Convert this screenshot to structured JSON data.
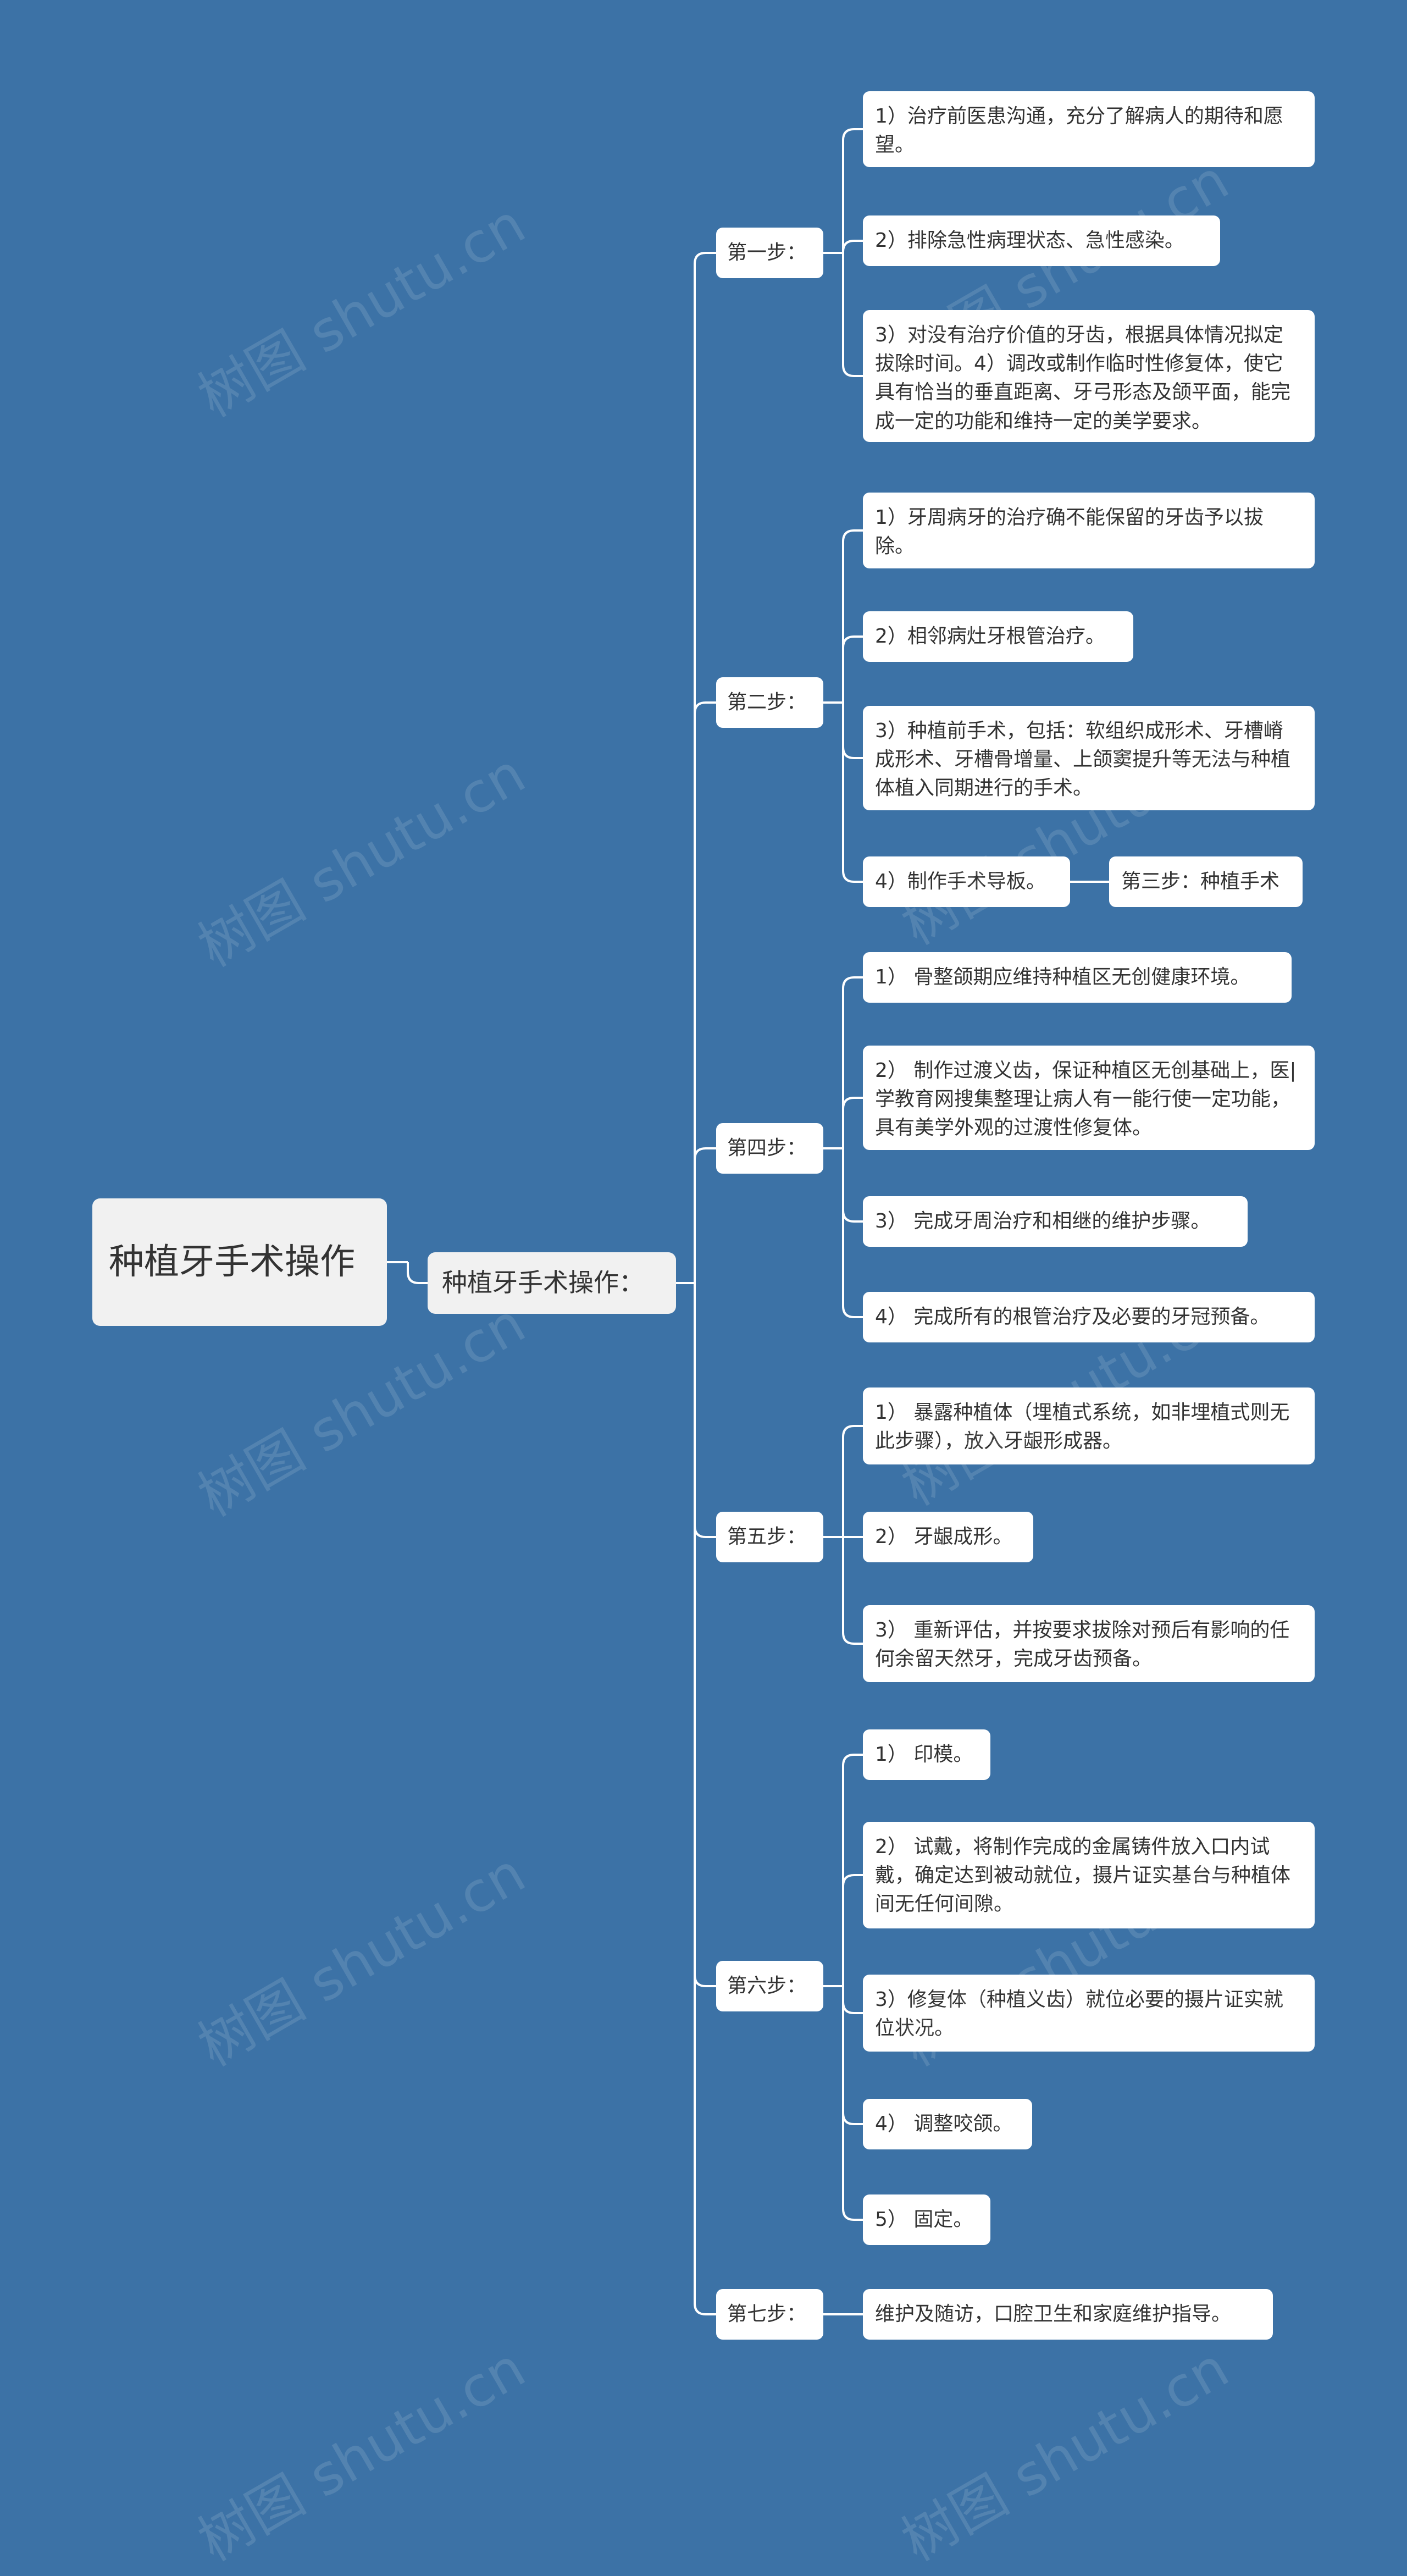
{
  "root": {
    "label": "种植牙手术操作"
  },
  "sub": {
    "label": "种植牙手术操作："
  },
  "steps": [
    {
      "label": "第一步：",
      "items": [
        {
          "text": "1）治疗前医患沟通，充分了解病人的期待和愿望。"
        },
        {
          "text": "2）排除急性病理状态、急性感染。"
        },
        {
          "text": "3）对没有治疗价值的牙齿，根据具体情况拟定拔除时间。4）调改或制作临时性修复体，使它具有恰当的垂直距离、牙弓形态及颌平面，能完成一定的功能和维持一定的美学要求。"
        }
      ]
    },
    {
      "label": "第二步：",
      "items": [
        {
          "text": "1）牙周病牙的治疗确不能保留的牙齿予以拔除。"
        },
        {
          "text": "2）相邻病灶牙根管治疗。"
        },
        {
          "text": "3）种植前手术，包括：软组织成形术、牙槽嵴成形术、牙槽骨增量、上颌窦提升等无法与种植体植入同期进行的手术。"
        },
        {
          "text": "4）制作手术导板。",
          "child": "第三步：种植手术"
        }
      ]
    },
    {
      "label": "第四步：",
      "items": [
        {
          "text": "1） 骨整颌期应维持种植区无创健康环境。"
        },
        {
          "text": "2） 制作过渡义齿，保证种植区无创基础上，医|学教育网搜集整理让病人有一能行使一定功能，具有美学外观的过渡性修复体。"
        },
        {
          "text": "3） 完成牙周治疗和相继的维护步骤。"
        },
        {
          "text": "4） 完成所有的根管治疗及必要的牙冠预备。"
        }
      ]
    },
    {
      "label": "第五步：",
      "items": [
        {
          "text": "1） 暴露种植体（埋植式系统，如非埋植式则无此步骤），放入牙龈形成器。"
        },
        {
          "text": "2） 牙龈成形。"
        },
        {
          "text": "3） 重新评估，并按要求拔除对预后有影响的任何余留天然牙，完成牙齿预备。"
        }
      ]
    },
    {
      "label": "第六步：",
      "items": [
        {
          "text": "1） 印模。"
        },
        {
          "text": "2） 试戴，将制作完成的金属铸件放入口内试戴，确定达到被动就位，摄片证实基台与种植体间无任何间隙。"
        },
        {
          "text": "3）修复体（种植义齿）就位必要的摄片证实就位状况。"
        },
        {
          "text": "4） 调整咬颌。"
        },
        {
          "text": "5） 固定。"
        }
      ]
    },
    {
      "label": "第七步：",
      "items": [
        {
          "text": "维护及随访，口腔卫生和家庭维护指导。"
        }
      ]
    }
  ],
  "watermark": "树图 shutu.cn",
  "colors": {
    "background": "#3c72a6",
    "node": "#ffffff",
    "root": "#f1f1f1",
    "line": "#ffffff"
  }
}
